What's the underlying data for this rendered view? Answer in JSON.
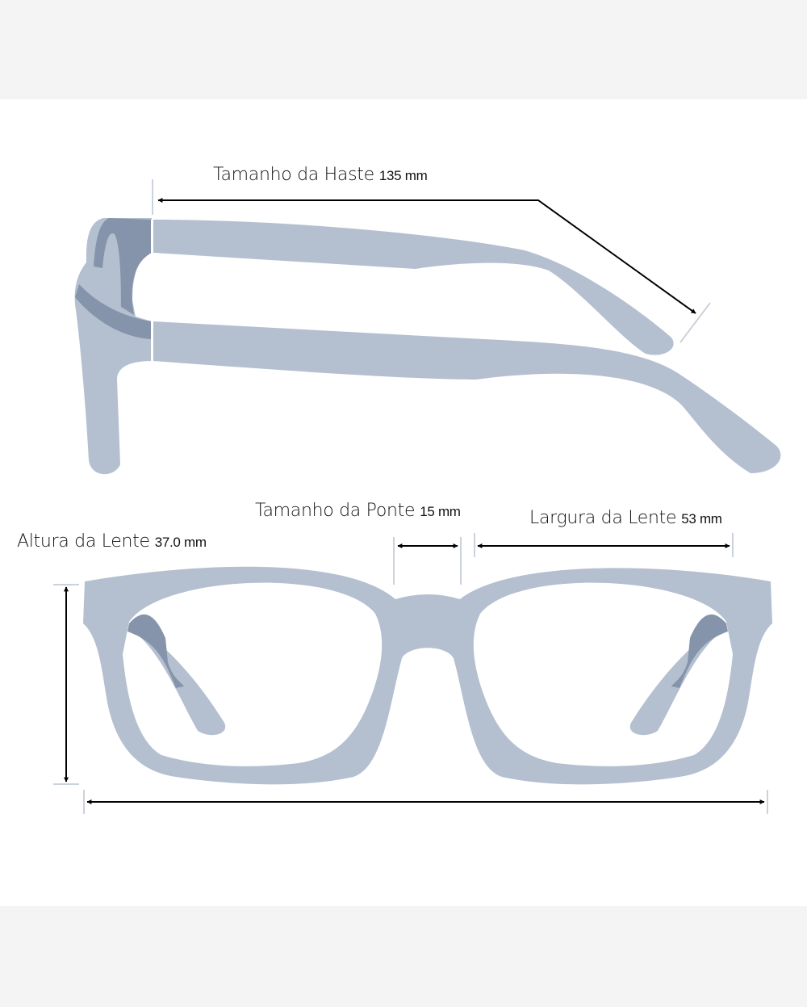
{
  "labels": {
    "temple": {
      "text": "Tamanho da Haste",
      "value": "135 mm"
    },
    "bridge": {
      "text": "Tamanho da Ponte",
      "value": "15 mm"
    },
    "lens_width": {
      "text": "Largura da Lente",
      "value": "53 mm"
    },
    "lens_height": {
      "text": "Altura da Lente",
      "value": "37.0 mm"
    }
  },
  "colors": {
    "frame": "#b4c0d0",
    "frame_dark": "#8594aa",
    "arrow": "#000000",
    "background": "#f4f4f4"
  }
}
